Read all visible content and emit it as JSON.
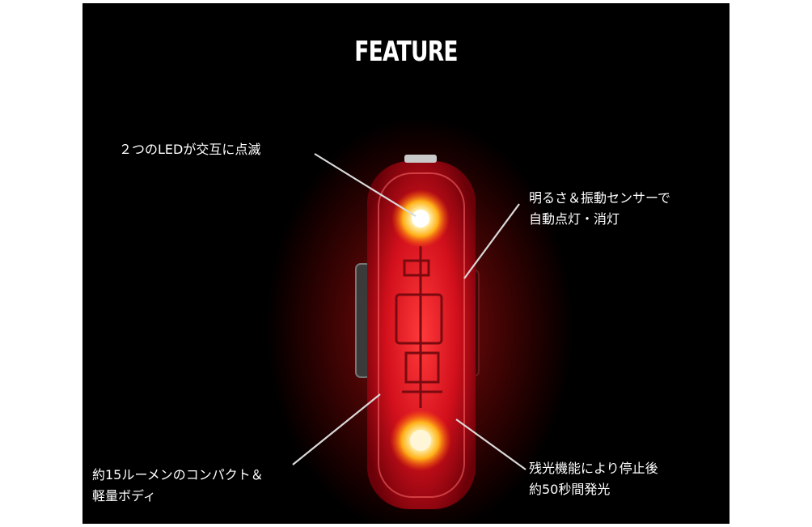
{
  "title": "FEATURE",
  "callouts": {
    "top_left": {
      "line1": "２つのLEDが交互に点滅"
    },
    "top_right": {
      "line1": "明るさ＆振動センサーで",
      "line2": "自動点灯・消灯"
    },
    "bottom_left": {
      "line1": "約15ルーメンのコンパクト＆",
      "line2": "軽量ボディ"
    },
    "bottom_right": {
      "line1": "残光機能により停止後",
      "line2": "約50秒間発光"
    }
  },
  "colors": {
    "background": "#000000",
    "light_body": "#d2101c",
    "led_glow": "#ffb21a",
    "leader_line": "#d9d9d9"
  }
}
